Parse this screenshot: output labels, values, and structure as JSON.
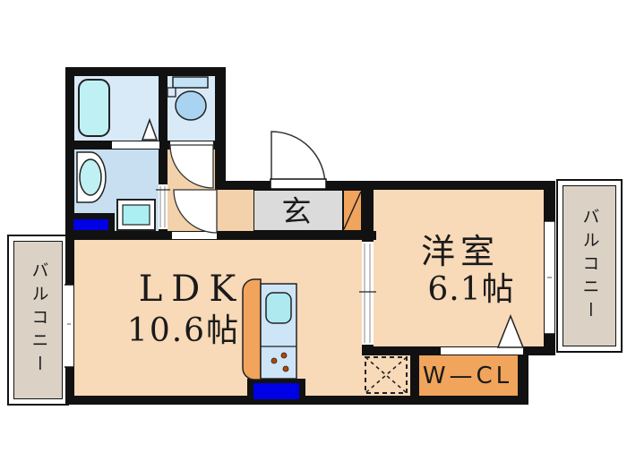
{
  "document": {
    "type": "apartment-floor-plan"
  },
  "rooms": {
    "ldk": {
      "name": "LDK",
      "size": "10.6帖"
    },
    "western_room": {
      "name": "洋室",
      "size": "6.1帖"
    },
    "entrance": {
      "label": "玄"
    },
    "walk_in_closet": {
      "label": "W—CL"
    },
    "balcony_left": {
      "label": "バルコニー"
    },
    "balcony_right": {
      "label": "バルコニー"
    }
  },
  "colors": {
    "wall": "#111111",
    "room_fill": "#F8D9B8",
    "hall_fill": "#F3D1AA",
    "bath_fill": "#D8EAF8",
    "washroom_fill": "#C7DFF1",
    "fixture_cyan": "#BFF0F3",
    "balcony_fill": "#DBD1C5",
    "entrance_fill": "#DBDBDB",
    "accent_orange": "#F0A45C",
    "marker_blue": "#0000E6"
  }
}
